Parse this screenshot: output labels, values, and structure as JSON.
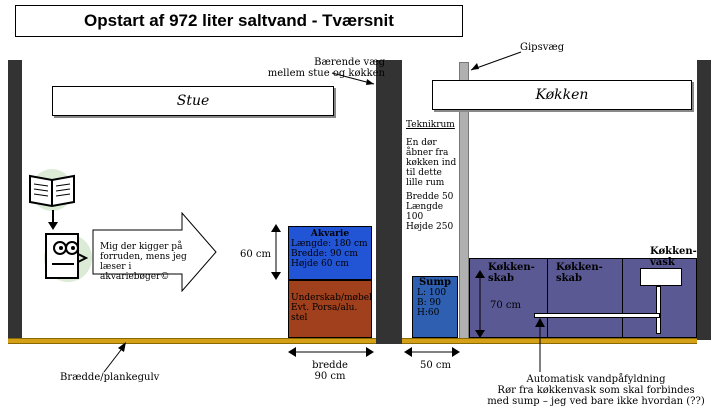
{
  "title": "Opstart af 972 liter saltvand - Tværsnit",
  "labels": {
    "baerende_vaeg": "Bærende væg\nmellem stue og køkken",
    "gipsvaeg": "Gipsvæg",
    "stue": "Stue",
    "koekken": "Køkken",
    "teknikrum_title": "Teknikrum",
    "teknikrum_text": "En dør åbner fra køkken ind til dette lille rum",
    "teknikrum_dims": "Bredde 50\nLængde 100\nHøjde 250",
    "speech": "Mig der kigger på forruden, mens jeg læser i akvariebøger©",
    "height_60": "60 cm",
    "akvarie_title": "Akvarie",
    "akvarie_dims": "Længde: 180 cm\nBredde: 90 cm\nHøjde 60 cm",
    "underskab": "Underskab/møbel\nEvt. Porsa/alu. stel",
    "sump_title": "Sump",
    "sump_dims": "L: 100\nB: 90\nH:60",
    "koekkenskab_1": "Køkken-\nskab",
    "koekkenskab_2": "Køkken-\nskab",
    "koekkenvask": "Køkken-\nvask",
    "height_70": "70 cm",
    "floor": "Brædde/plankegulv",
    "bredde_90": "bredde\n90 cm",
    "width_50": "50 cm",
    "automatic": "Automatisk vandpåfyldning\nRør fra køkkenvask som skal forbindes\nmed sump – jeg ved bare ikke hvordan (??)"
  },
  "colors": {
    "wall": "#333333",
    "floor": "#d4a017",
    "akvarie": "#2255d6",
    "underskab": "#a0401c",
    "sump": "#2e5fb0",
    "kitchen_cabinet": "#5b5994",
    "gips": "#b0b0b0",
    "icon_bg": "#dcebd6"
  }
}
